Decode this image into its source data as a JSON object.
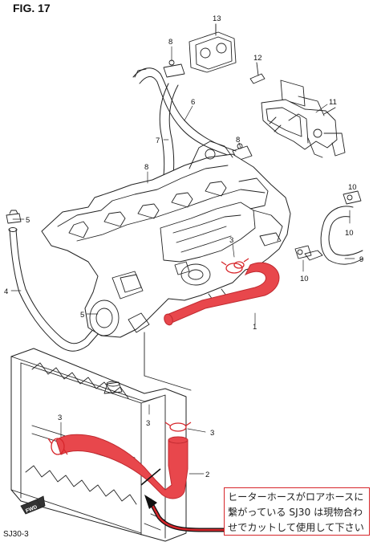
{
  "figure": {
    "title": "FIG. 17",
    "code": "SJ30-3"
  },
  "callouts": {
    "c1": "1",
    "c2": "2",
    "c3a": "3",
    "c3b": "3",
    "c3c": "3",
    "c3d": "3",
    "c4": "4",
    "c5a": "5",
    "c5b": "5",
    "c6": "6",
    "c7": "7",
    "c8a": "8",
    "c8b": "8",
    "c8c": "8",
    "c9": "9",
    "c10a": "10",
    "c10b": "10",
    "c11": "11",
    "c12": "12",
    "c13": "13"
  },
  "fwd_label": "FWD",
  "note": {
    "lines": [
      "ヒーターホースがロアホースに",
      "繋がっている SJ30 は現物合わ",
      "せでカットして使用して下さい"
    ]
  },
  "colors": {
    "highlight": "#e8474c",
    "highlight_edge": "#c02a30",
    "line": "#222222",
    "note_border": "#d7262b"
  }
}
